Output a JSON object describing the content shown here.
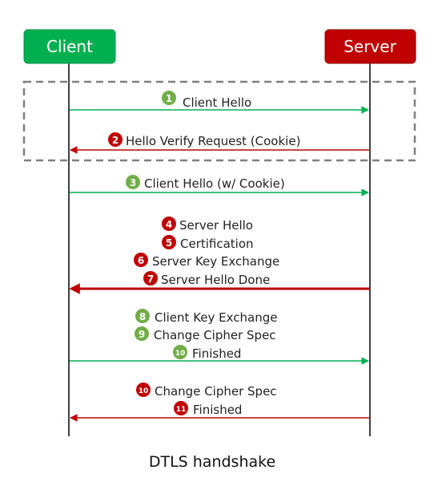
{
  "participants": {
    "client": {
      "label": "Client",
      "fill": "#00b050",
      "border": "#00964a"
    },
    "server": {
      "label": "Server",
      "fill": "#c00000",
      "border": "#8e0000"
    }
  },
  "colors": {
    "green_arrow": "#00b050",
    "red_arrow": "#c00000",
    "green_badge": "#70ad47",
    "red_badge": "#c00000",
    "dashed_box": "#7f7f7f"
  },
  "messages": [
    {
      "direction": "client-to-server",
      "color": "green",
      "labels": [
        {
          "number": "1",
          "text": "Client Hello"
        }
      ]
    },
    {
      "direction": "server-to-client",
      "color": "red",
      "labels": [
        {
          "number": "2",
          "text": "Hello Verify Request (Cookie)"
        }
      ]
    },
    {
      "direction": "client-to-server",
      "color": "green",
      "labels": [
        {
          "number": "3",
          "text": "Client Hello (w/ Cookie)"
        }
      ]
    },
    {
      "direction": "server-to-client",
      "color": "red",
      "bold": true,
      "labels": [
        {
          "number": "4",
          "text": "Server Hello"
        },
        {
          "number": "5",
          "text": "Certification"
        },
        {
          "number": "6",
          "text": "Server Key Exchange"
        },
        {
          "number": "7",
          "text": "Server Hello Done"
        }
      ]
    },
    {
      "direction": "client-to-server",
      "color": "green",
      "labels": [
        {
          "number": "8",
          "text": "Client Key Exchange"
        },
        {
          "number": "9",
          "text": "Change Cipher Spec"
        },
        {
          "number": "10",
          "text": "Finished"
        }
      ]
    },
    {
      "direction": "server-to-client",
      "color": "red",
      "labels": [
        {
          "number": "10",
          "text": "Change Cipher Spec"
        },
        {
          "number": "11",
          "text": "Finished"
        }
      ]
    }
  ],
  "caption": "DTLS handshake"
}
